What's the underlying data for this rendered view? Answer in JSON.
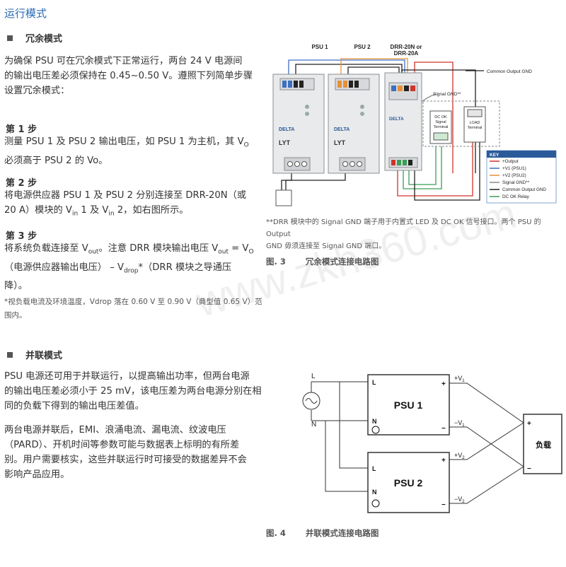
{
  "page_title": "运行模式",
  "redundant": {
    "heading": "冗余模式",
    "intro": [
      "为确保 PSU 可在冗余模式下正常运行，两台 24 V 电源间",
      "的输出电压差必须保持在 0.45~0.50 V。遵照下列简单步骤",
      "设置冗余模式："
    ],
    "step1_title": "第 1 步",
    "step1_lines": [
      "测量 PSU 1 及 PSU 2 输出电压，如 PSU 1 为主机，其 V",
      "必须高于 PSU 2 的 Vo。"
    ],
    "step1_sub": "O",
    "step2_title": "第 2 步",
    "step2_lines": [
      "将电源供应器 PSU 1 及 PSU 2 分别连接至 DRR-20N（或",
      "20 A）模块的 V",
      " 1 及 V",
      " 2，如右图所示。"
    ],
    "step2_sub": "in",
    "step3_title": "第 3 步",
    "step3_line1a": "将系统负载连接至 V",
    "step3_line1b": "。注意 DRR 模块输出电压 V",
    "step3_line1c": " = V",
    "sub_out": "out",
    "sub_o": "O",
    "sub_drop": "drop",
    "step3_line2a": "（电源供应器输出电压） – V",
    "step3_line2b": "*（DRR 模块之导通压",
    "step3_line3": "降）。",
    "footnote": [
      "*视负载电流及环境温度，Vdrop 落在 0.60 V 至 0.90 V（典型值 0.65 V）范",
      "围内。"
    ]
  },
  "parallel": {
    "heading": "并联模式",
    "para1": [
      "PSU 电源还可用于并联运行，以提高输出功率，但两台电源",
      "的输出电压差必须小于 25 mV，该电压差为两台电源分别在相",
      "同的负载下得到的输出电压差值。"
    ],
    "para2": [
      "两台电源并联后，EMI、浪涌电流、漏电流、纹波电压",
      "（PARD）、开机时间等参数可能与数据表上标明的有所差",
      "别。用户需要核实，这些并联运行时可接受的数据差异不会",
      "影响产品应用。"
    ]
  },
  "fig3": {
    "label_psu1": "PSU 1",
    "label_psu2": "PSU 2",
    "label_drr": [
      "DRR-20N or",
      "DRR-20A"
    ],
    "common_gnd": "Common Output GND",
    "signal_gnd": "Signal GND**",
    "dc_ok_terminal": [
      "DC OK",
      "Signal",
      "Terminal"
    ],
    "load_terminal": [
      "LOAD",
      "Terminal"
    ],
    "brand": "DELTA",
    "model": "LYT",
    "key_title": "KEY",
    "key_items": [
      {
        "label": "+Output",
        "color": "#d0342c"
      },
      {
        "label": "+V1 (PSU1)",
        "color": "#3d6fc2"
      },
      {
        "label": "+V2 (PSU2)",
        "color": "#e69138"
      },
      {
        "label": "Signal GND**",
        "color": "#8a8a8a"
      },
      {
        "label": "Common Output GND",
        "color": "#222222"
      },
      {
        "label": "DC OK Relay",
        "color": "#3a9e56"
      }
    ],
    "note": [
      "**DRR 模块中的 Signal GND 端子用于内置式 LED 及 DC OK 信号接口。两个 PSU 的 Output",
      "GND 毋须连接至 Signal GND 端口。"
    ],
    "caption_num": "图. 3",
    "caption_text": "冗余模式连接电路图"
  },
  "fig4": {
    "psu1": "PSU 1",
    "psu2": "PSU 2",
    "L": "L",
    "N": "N",
    "plus": "+",
    "minus": "−",
    "v1p": "+V",
    "v1m": "−V",
    "sub1": "1",
    "sub2": "2",
    "load": "负载",
    "caption_num": "图. 4",
    "caption_text": "并联模式连接电路图"
  },
  "watermark": "www.zkh360.com"
}
